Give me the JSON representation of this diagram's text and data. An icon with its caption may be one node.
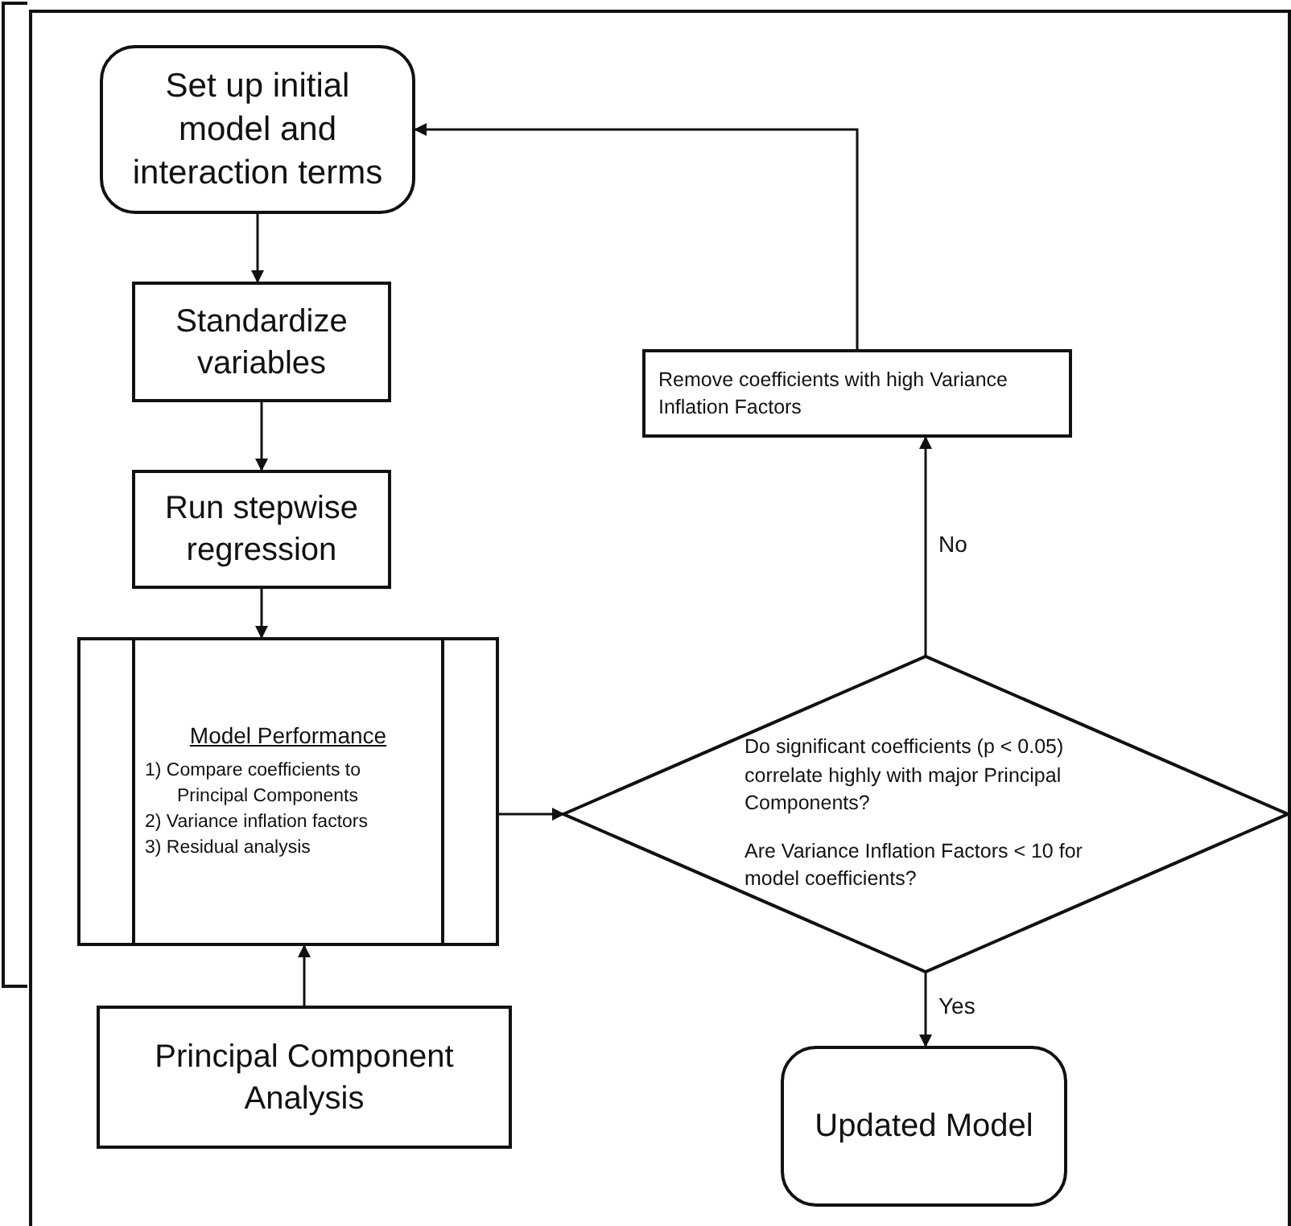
{
  "diagram": {
    "nodes": [
      {
        "text": [
          "Set up initial model and interaction terms"
        ]
      },
      {
        "text": [
          "Standardize variables"
        ]
      },
      {
        "text": [
          "Run stepwise regression"
        ]
      },
      {
        "text": [
          "Model Performance",
          "1) Compare coefficients to Principal Components",
          "2) Variance inflation factors",
          "3) Residual analysis"
        ]
      },
      {
        "text": [
          "Principal Component Analysis"
        ]
      },
      {
        "text": [
          "Do significant coefficients (p < 0.05) correlate highly with major Principal Components?",
          "Are Variance Inflation Factors < 10 for model coefficients?"
        ]
      },
      {
        "text": [
          "Updated Model"
        ]
      },
      {
        "text": [
          "Remove coefficients with high Variance Inflation Factors"
        ]
      }
    ],
    "edges": [
      {
        "from": 0,
        "to": 1,
        "arrow": "to"
      },
      {
        "from": 1,
        "to": 2,
        "arrow": "to"
      },
      {
        "from": 2,
        "to": 3,
        "arrow": "to"
      },
      {
        "from": 4,
        "to": 3,
        "arrow": "to"
      },
      {
        "from": 3,
        "to": 5,
        "arrow": "to"
      },
      {
        "from": 5,
        "to": 6,
        "arrow": "to",
        "label": "Yes"
      },
      {
        "from": 5,
        "to": 7,
        "arrow": "to",
        "label": "No"
      },
      {
        "from": 7,
        "to": 0,
        "arrow": "to"
      }
    ]
  }
}
